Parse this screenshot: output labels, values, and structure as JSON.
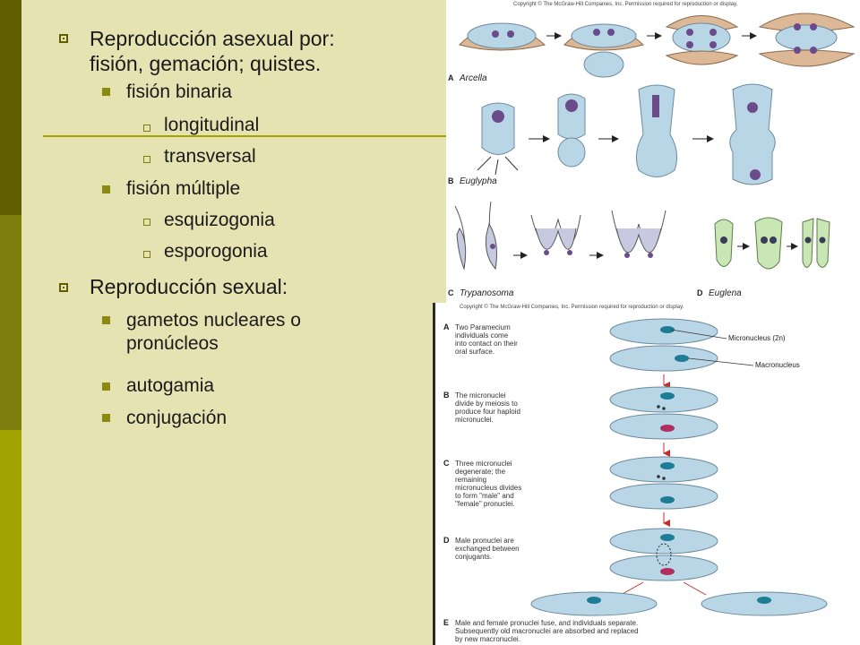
{
  "bullets": {
    "asexual": "Reproducción asexual por: fisión, gemación; quistes.",
    "fision_binaria": "fisión binaria",
    "longitudinal": "longitudinal",
    "transversal": "transversal",
    "fision_multiple": "fisión múltiple",
    "esquizogonia": "esquizogonia",
    "esporogonia": "esporogonia",
    "sexual": "Reproducción sexual:",
    "gametos": "gametos nucleares o pronúcleos",
    "autogamia": "autogamia",
    "conjugacion": "conjugación"
  },
  "figure_top": {
    "copyright": "Copyright © The McGraw-Hill Companies, Inc. Permission required for reproduction or display.",
    "panels": [
      {
        "letter": "A",
        "name": "Arcella"
      },
      {
        "letter": "B",
        "name": "Euglypha"
      },
      {
        "letter": "C",
        "name": "Trypanosoma"
      },
      {
        "letter": "D",
        "name": "Euglena"
      }
    ]
  },
  "figure_bottom": {
    "copyright": "Copyright © The McGraw-Hill Companies, Inc. Permission required for reproduction or display.",
    "label_micronucleus": "Micronucleus (2n)",
    "label_macronucleus": "Macronucleus",
    "steps": [
      {
        "letter": "A",
        "text": [
          "Two Paramecium",
          "individuals come",
          "into contact on their",
          "oral surface."
        ]
      },
      {
        "letter": "B",
        "text": [
          "The micronuclei",
          "divide by meiosis to",
          "produce four haploid",
          "micronuclei."
        ]
      },
      {
        "letter": "C",
        "text": [
          "Three micronuclei",
          "degenerate; the",
          "remaining",
          "micronucleus divides",
          "to form \"male\" and",
          "\"female\" pronuclei."
        ]
      },
      {
        "letter": "D",
        "text": [
          "Male pronuclei are",
          "exchanged between",
          "conjugants."
        ]
      },
      {
        "letter": "E",
        "text": [
          "Male and female pronuclei fuse, and individuals separate.",
          "Subsequently old macronuclei are absorbed and replaced",
          "by new macronuclei."
        ]
      }
    ]
  },
  "colors": {
    "background": "#e6e3b3",
    "sidebar_dark": "#5f5f00",
    "sidebar_mid": "#7f7f0f",
    "sidebar_light": "#a3a300",
    "cell_fill": "#b9d6e6",
    "nucleus": "#6a4c8a"
  }
}
